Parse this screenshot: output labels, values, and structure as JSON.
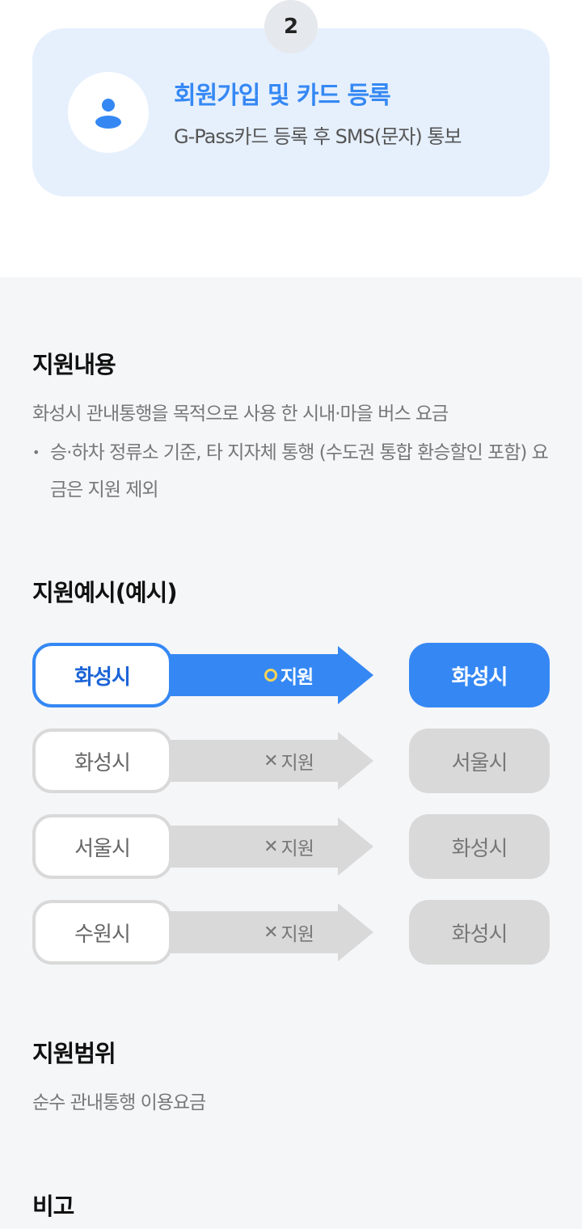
{
  "step": {
    "number": "2",
    "icon": "user-icon",
    "title": "회원가입 및 카드 등록",
    "description": "G-Pass카드 등록 후 SMS(문자) 통보"
  },
  "sections": {
    "support_content": {
      "heading": "지원내용",
      "text": "화성시 관내통행을 목적으로 사용 한 시내·마을 버스 요금",
      "bullet": "승·하차 정류소 기준, 타 지자체 통행 (수도권 통합 환승할인 포함) 요금은 지원 제외"
    },
    "examples": {
      "heading": "지원예시(예시)",
      "rows": [
        {
          "from": "화성시",
          "label": "지원",
          "mark": "O",
          "to": "화성시",
          "supported": true
        },
        {
          "from": "화성시",
          "label": "지원",
          "mark": "✕",
          "to": "서울시",
          "supported": false
        },
        {
          "from": "서울시",
          "label": "지원",
          "mark": "✕",
          "to": "화성시",
          "supported": false
        },
        {
          "from": "수원시",
          "label": "지원",
          "mark": "✕",
          "to": "화성시",
          "supported": false
        }
      ]
    },
    "scope": {
      "heading": "지원범위",
      "text": "순수 관내통행 이용요금"
    },
    "remarks": {
      "heading": "비고"
    }
  },
  "colors": {
    "accent": "#3588f4",
    "card_bg": "#e6f0fd",
    "section_bg": "#f5f6f8",
    "disabled": "#d9d9d9",
    "o_mark": "#f5d454"
  }
}
